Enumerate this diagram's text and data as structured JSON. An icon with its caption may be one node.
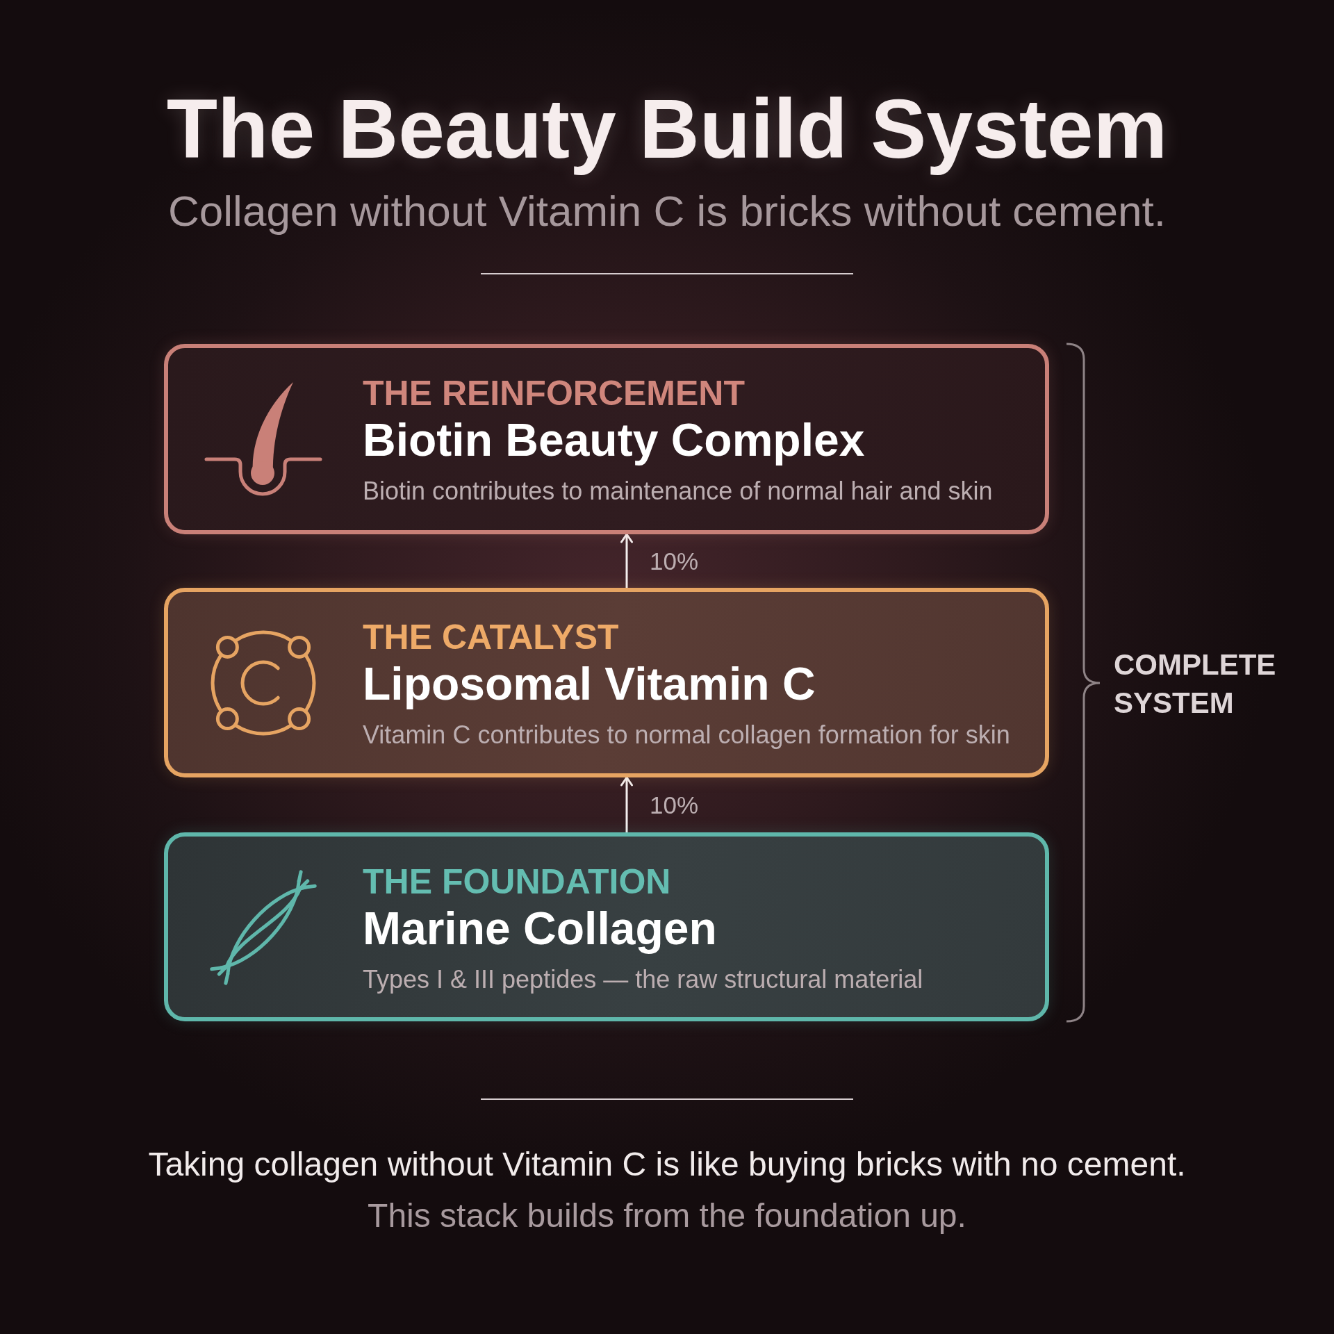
{
  "diagram": {
    "title": "The Beauty Build System",
    "nodes": [
      {
        "text": [
          "THE REINFORCEMENT",
          "Biotin Beauty Complex",
          "Biotin contributes to maintenance of normal hair and skin"
        ]
      },
      {
        "text": [
          "THE CATALYST",
          "Liposomal Vitamin C",
          "Vitamin C contributes to normal collagen formation for skin"
        ]
      },
      {
        "text": [
          "THE FOUNDATION",
          "Marine Collagen",
          "Types I & III peptides — the raw structural material"
        ]
      }
    ],
    "edges": [
      {
        "from": 1,
        "to": 0,
        "arrow": "to",
        "label": "10%"
      },
      {
        "from": 2,
        "to": 1,
        "arrow": "to",
        "label": "10%"
      }
    ],
    "labels": [
      "Collagen without Vitamin C is bricks without cement.",
      "COMPLETE SYSTEM",
      "Taking collagen without Vitamin C is like buying bricks with no cement.",
      "This stack builds from the foundation up."
    ]
  }
}
